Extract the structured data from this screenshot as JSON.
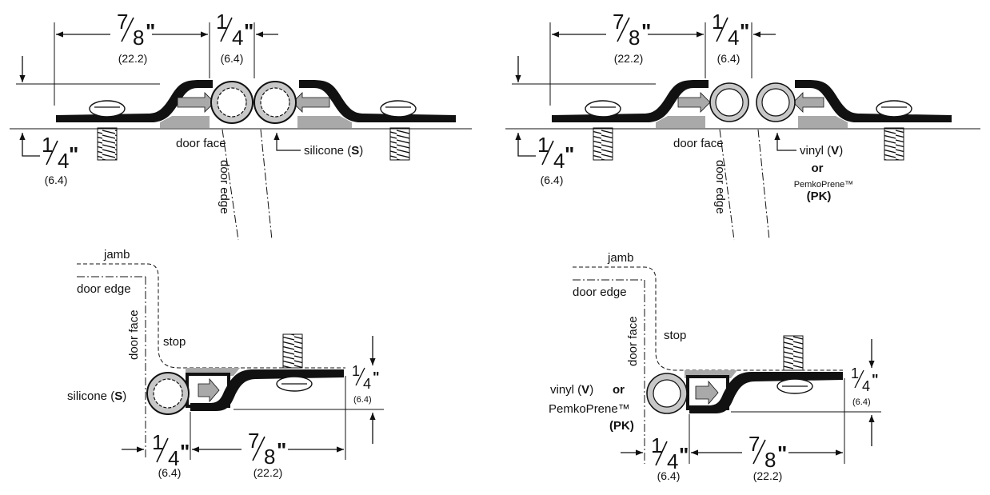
{
  "colors": {
    "ink": "#111111",
    "seal": "#a9a9a9",
    "seal_light": "#c8c8c8",
    "background": "#ffffff"
  },
  "panels": {
    "tl": {
      "width_frac": {
        "num": "7",
        "den": "8",
        "mark": "\""
      },
      "width_mm": "(22.2)",
      "gap_frac": {
        "num": "1",
        "den": "4",
        "mark": "\""
      },
      "gap_mm": "(6.4)",
      "height_frac": {
        "num": "1",
        "den": "4",
        "mark": "\""
      },
      "height_mm": "(6.4)",
      "door_face": "door face",
      "door_edge": "door edge",
      "material": "silicone (",
      "material_code": "S",
      "material_close": ")"
    },
    "tr": {
      "width_frac": {
        "num": "7",
        "den": "8",
        "mark": "\""
      },
      "width_mm": "(22.2)",
      "gap_frac": {
        "num": "1",
        "den": "4",
        "mark": "\""
      },
      "gap_mm": "(6.4)",
      "height_frac": {
        "num": "1",
        "den": "4",
        "mark": "\""
      },
      "height_mm": "(6.4)",
      "door_face": "door face",
      "door_edge": "door edge",
      "material": "vinyl (",
      "material_code": "V",
      "material_close": ")",
      "or": "or",
      "alt_material": "PemkoPrene™",
      "alt_code": "(PK)"
    },
    "bl": {
      "jamb": "jamb",
      "door_edge": "door edge",
      "door_face": "door face",
      "stop": "stop",
      "material": "silicone (",
      "material_code": "S",
      "material_close": ")",
      "height_frac": {
        "num": "1",
        "den": "4",
        "mark": "\""
      },
      "height_mm": "(6.4)",
      "gap_frac": {
        "num": "1",
        "den": "4",
        "mark": "\""
      },
      "gap_mm": "(6.4)",
      "width_frac": {
        "num": "7",
        "den": "8",
        "mark": "\""
      },
      "width_mm": "(22.2)"
    },
    "br": {
      "jamb": "jamb",
      "door_edge": "door edge",
      "door_face": "door face",
      "stop": "stop",
      "material": "vinyl (",
      "material_code": "V",
      "material_close": ")",
      "or": "or",
      "alt_material": "PemkoPrene™",
      "alt_code": "(PK)",
      "height_frac": {
        "num": "1",
        "den": "4",
        "mark": "\""
      },
      "height_mm": "(6.4)",
      "gap_frac": {
        "num": "1",
        "den": "4",
        "mark": "\""
      },
      "gap_mm": "(6.4)",
      "width_frac": {
        "num": "7",
        "den": "8",
        "mark": "\""
      },
      "width_mm": "(22.2)"
    }
  }
}
